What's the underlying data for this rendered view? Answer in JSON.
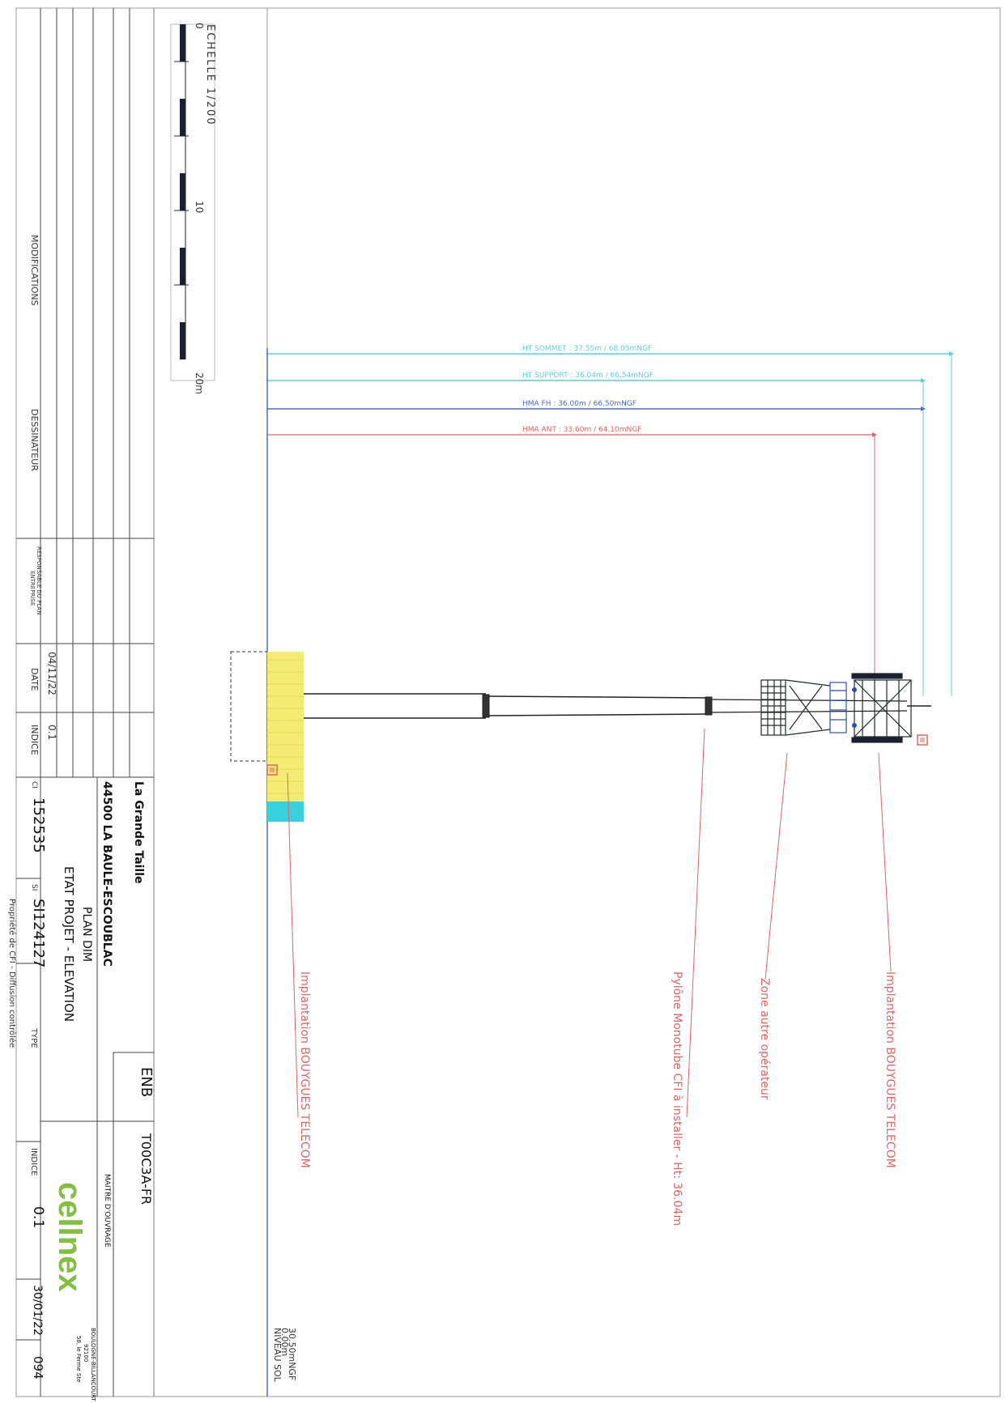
{
  "scale": {
    "title": "ECHELLE 1/200",
    "tick_0": "0",
    "tick_10": "10",
    "tick_20": "20m"
  },
  "title_block": {
    "col_modifications": "MODIFICATIONS",
    "col_dessinateur": "DESSINATEUR",
    "col_entreprise": "ENTREPRISE",
    "col_responsable": "RESPONSABLE DU PLAN",
    "col_date": "DATE",
    "col_indice": "INDICE",
    "row_date": "04/11/22",
    "row_indice": "0.1",
    "site_name": "La Grande Taille",
    "site_address": "44500 LA BAULE-ESCOUBLAC",
    "plan_title": "PLAN DIM",
    "plan_subtitle": "ETAT PROJET - ELEVATION",
    "ci_label": "CI",
    "ci_value": "152535",
    "si_label": "SI",
    "si_value": "SI124127",
    "type_label": "TYPE",
    "indice_label": "INDICE",
    "indice_value": "0.1",
    "date_value": "30/01/22",
    "sheet_number": "094",
    "enb_label": "ENB",
    "enb_value": "T00C3A-FR",
    "maitre_ouvrage": "MAITRE D'OUVRAGE",
    "brand": "cellnex",
    "brand_address_1": "58, le Ferme Ste",
    "brand_address_2": "92100",
    "brand_address_3": "BOULOGNE-BILLANCOURT",
    "footer": "Propriété de CFI - Diffusion contrôlée"
  },
  "annotations": {
    "level_sommet_1": "HT SOMMET : 37.55m / 68.05mNGF",
    "level_sommet_2": "HT SUPPORT : 36.04m / 66.54mNGF",
    "level_hma_fh": "HMA FH : 36.00m / 66.50mNGF",
    "level_hma_ant": "HMA ANT : 33.60m / 64.10mNGF",
    "ground_label": "NIVEAU SOL",
    "ground_value_1": "0.00m",
    "ground_value_2": "30.50mNGF",
    "label_implantation_top": "Implantation BOUYGUES TELECOM",
    "label_zone_operator": "Zone autre opérateur",
    "label_pylone": "Pylône Monotube CFI à installer - Ht: 36.04m",
    "label_implantation_bottom": "Implantation BOUYGUES TELECOM"
  },
  "colors": {
    "line_dark": "#222222",
    "dimension_cyan": "#5ccfd8",
    "dimension_blue": "#4f6fc2",
    "annotation_red": "#e06565",
    "highlight_yellow": "#f3eb73",
    "highlight_cyan": "#37d0df",
    "brand_green": "#80bf3f",
    "brand_blue": "#2f7fc0"
  }
}
